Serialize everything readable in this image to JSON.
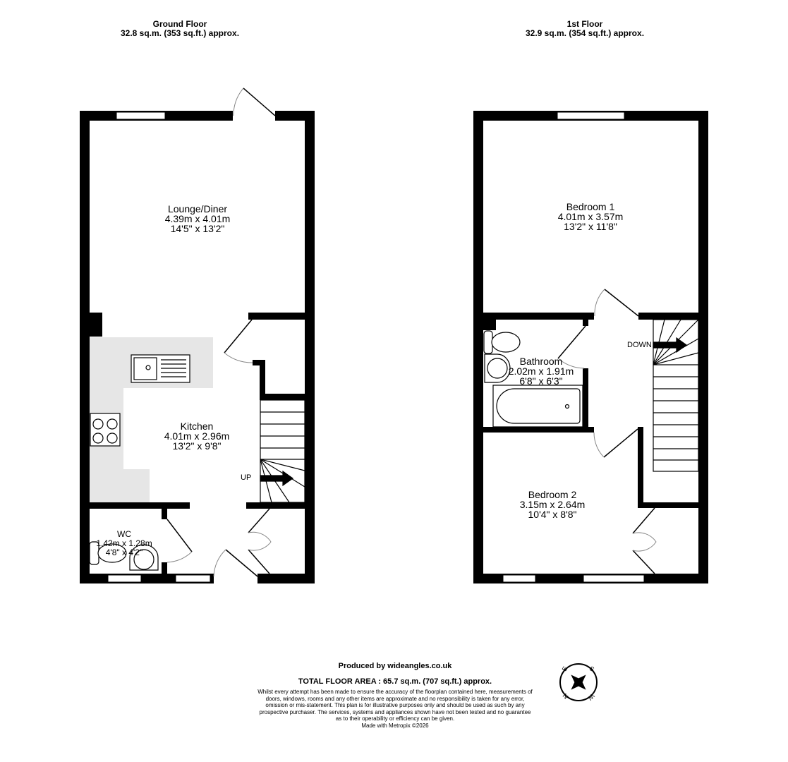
{
  "ground_floor": {
    "title": "Ground Floor",
    "area": "32.8 sq.m. (353 sq.ft.) approx.",
    "rooms": [
      {
        "name": "Lounge/Diner",
        "metric": "4.39m  x 4.01m",
        "imperial": "14'5\"  x 13'2\""
      },
      {
        "name": "Kitchen",
        "metric": "4.01m  x 2.96m",
        "imperial": "13'2\"  x 9'8\""
      },
      {
        "name": "WC",
        "metric": "1.42m  x 1.28m",
        "imperial": "4'8\"  x 4'2\""
      }
    ],
    "stairs_label": "UP"
  },
  "first_floor": {
    "title": "1st Floor",
    "area": "32.9 sq.m. (354 sq.ft.) approx.",
    "rooms": [
      {
        "name": "Bedroom 1",
        "metric": "4.01m  x 3.57m",
        "imperial": "13'2\"  x 11'8\""
      },
      {
        "name": "Bathroom",
        "metric": "2.02m  x 1.91m",
        "imperial": "6'8\"  x 6'3\""
      },
      {
        "name": "Bedroom 2",
        "metric": "3.15m  x 2.64m",
        "imperial": "10'4\"  x 8'8\""
      }
    ],
    "stairs_label": "DOWN"
  },
  "footer": {
    "producer": "Produced by wideangles.co.uk",
    "total_area": "TOTAL FLOOR AREA : 65.7 sq.m. (707 sq.ft.) approx.",
    "disclaimer": "Whilst every attempt has been made to ensure the accuracy of the floorplan contained here, measurements of doors, windows, rooms and any other items are approximate and no responsibility is taken for any error, omission or mis-statement. This plan is for illustrative purposes only and should be used as such by any prospective purchaser. The services, systems and appliances shown have not been tested and no guarantee as to their operability or efficiency can be given.",
    "made_with": "Made with Metropix ©2026"
  },
  "compass": {
    "labels": [
      "N",
      "E",
      "S",
      "W"
    ]
  },
  "colors": {
    "wall": "#000000",
    "counter": "#e6e6e6"
  }
}
